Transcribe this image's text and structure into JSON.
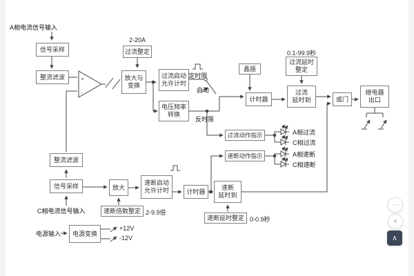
{
  "diagram": {
    "phase_a_input_label": "A相电流信号输入",
    "phase_c_input_label": "C相电流信号输入",
    "power_input_label": "电源输入",
    "blocks": {
      "signal_sample_a": "信号采样",
      "rectifier_filter_a": "整流滤波",
      "oc_setting_range": "2-20A",
      "oc_setting": "过流整定",
      "amp_transform": "放大与\n变换",
      "oc_start_timing": "过流启动\n允许计时",
      "vf_convert": "电压频率\n转换",
      "crystal_osc": "晶振",
      "oc_delay_range": "0.1-99.9秒",
      "oc_delay_setting": "过流延时\n整定",
      "timer_oc": "计时器",
      "oc_delay_reached": "过流\n延时到",
      "or_gate": "或门",
      "relay_output": "继电器\n出口",
      "oc_action_indicator": "过流动作指示",
      "qb_action_indicator": "速断动作指示",
      "rectifier_filter_c": "整流滤波",
      "signal_sample_c": "信号采样",
      "amplifier_qb": "放大",
      "qb_start_timing": "速断启动\n允许计时",
      "timer_qb": "计时器",
      "qb_delay_reached": "速断\n延时到",
      "qb_multiple_setting": "速断倍数整定",
      "qb_multiple_range": "2-9.9倍",
      "qb_delay_setting": "速断延时整定",
      "qb_delay_range": "0-0.9秒",
      "power_convert": "电源变换"
    },
    "path_labels": {
      "definite_time": "定时限",
      "start": "启动",
      "inverse_time": "反时限",
      "plus_12v": "+12V",
      "minus_12v": "-12V"
    },
    "led_labels": {
      "a_overcurrent": "A相过流",
      "c_overcurrent": "C相过流",
      "a_quickbreak": "A相速断",
      "c_quickbreak": "C相速断"
    },
    "colors": {
      "line": "#444444",
      "box_border": "#7d7d7d"
    }
  },
  "float_widget": {
    "chat_glyph": "⋯",
    "plus_glyph": "+",
    "top_glyph": "∧"
  }
}
